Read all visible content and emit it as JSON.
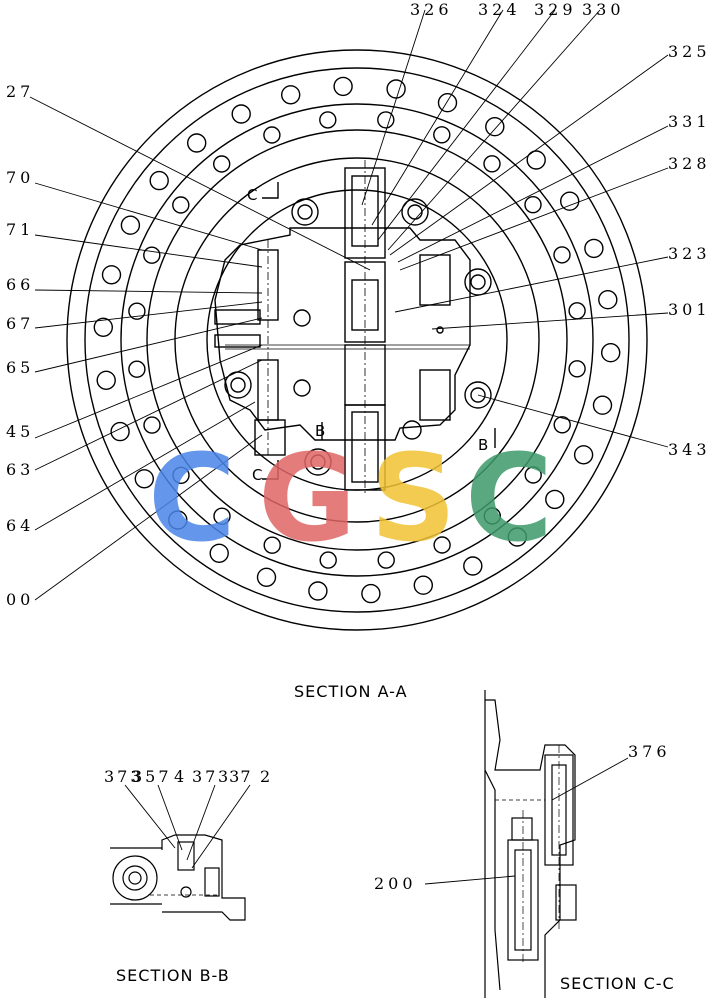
{
  "callouts": {
    "c326": "326",
    "c324": "324",
    "c329": "329",
    "c330": "330",
    "c325": "325",
    "c331": "331",
    "c328": "328",
    "c323": "323",
    "c301": "301",
    "c343": "343",
    "c27": "27",
    "c70": "70",
    "c71": "71",
    "c66": "66",
    "c67": "67",
    "c65": "65",
    "c45": "45",
    "c63": "63",
    "c64": "64",
    "c00": "00",
    "c376": "376",
    "c200": "200",
    "c373": "373",
    "c357": "357",
    "c4": "4",
    "c37": "37",
    "c337": "337",
    "c2": "2"
  },
  "sections": {
    "aa": "SECTION  A-A",
    "bb": "SECTION  B-B",
    "cc": "SECTION  C-C"
  },
  "section_marks": {
    "c_top": "C",
    "c_bottom": "C",
    "b_left": "B",
    "b_right": "B"
  },
  "watermark": {
    "text": "CGSC",
    "colors": [
      "#4a86e8",
      "#e06666",
      "#f1c232",
      "#3d9a6b"
    ]
  }
}
